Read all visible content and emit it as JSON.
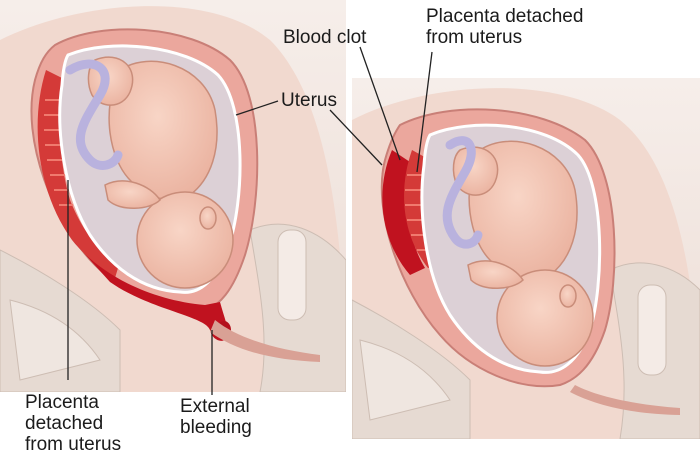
{
  "labels": {
    "blood_clot": "Blood clot",
    "placenta_detached_top": "Placenta detached\nfrom uterus",
    "uterus": "Uterus",
    "placenta_detached_bottom": "Placenta\ndetached\nfrom uterus",
    "external_bleeding": "External\nbleeding"
  },
  "colors": {
    "skin": "#f2c6b4",
    "skin_shadow": "#e1a592",
    "uterine_wall": "#e8a39a",
    "placenta": "#d83b3b",
    "blood": "#c0121f",
    "amniotic": "#ddd2d8",
    "pelvis": "#ece3dc",
    "umbilical": "#b9b2de",
    "line": "#222222"
  }
}
